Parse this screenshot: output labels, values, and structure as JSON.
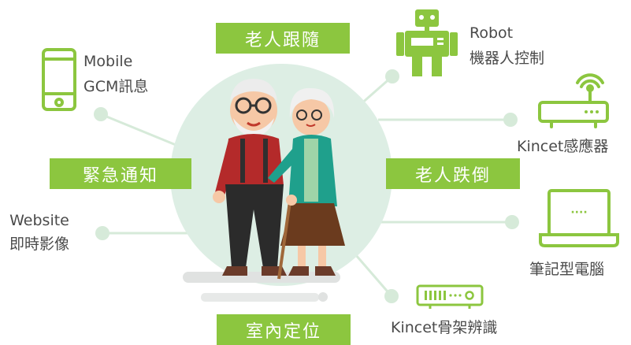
{
  "center": {
    "top_label": "老人跟隨",
    "left_label": "緊急通知",
    "right_label": "老人跌倒",
    "bottom_label": "室內定位"
  },
  "nodes": {
    "mobile": {
      "line1": "Mobile",
      "line2": "GCM訊息",
      "icon": "mobile-phone-icon"
    },
    "website": {
      "line1": "Website",
      "line2": "即時影像"
    },
    "robot": {
      "line1": "Robot",
      "line2": "機器人控制",
      "icon": "robot-icon"
    },
    "kinect_sensor": {
      "label": "Kincet感應器",
      "icon": "router-sensor-icon"
    },
    "laptop": {
      "label": "筆記型電腦",
      "screen_text": "····",
      "icon": "laptop-icon"
    },
    "kinect_skeleton": {
      "label": "Kincet骨架辨識",
      "device_text": "IIIII···O",
      "icon": "kinect-device-icon"
    }
  },
  "colors": {
    "accent_green": "#8cc63f",
    "circle_bg": "#ddeee4",
    "connector": "#d6ead9",
    "text": "#4a4a4a"
  },
  "illustration": "elderly-couple-walking-icon"
}
